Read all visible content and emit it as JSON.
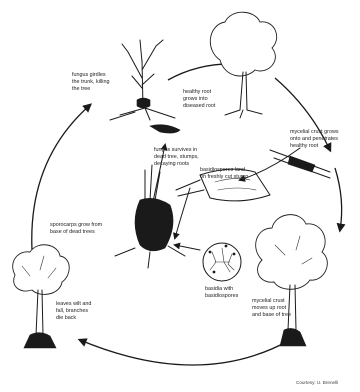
{
  "stages": {
    "girdle": [
      "fungus girdles",
      "the trunk, killing",
      "the tree"
    ],
    "healthy_root": [
      "healthy root",
      "grows into",
      "diseased root"
    ],
    "survives": [
      "fungus survives in",
      "dead tree, stumps,",
      "decaying roots"
    ],
    "crust_grows": [
      "mycelial crust grows",
      "onto and penetrates",
      "healthy root"
    ],
    "basidiospores": [
      "basidiospores land",
      "on freshly cut stump"
    ],
    "sporocarps": [
      "sporocarps grow from",
      "base of dead trees"
    ],
    "basidia": [
      "basidia with",
      "basidiospores"
    ],
    "leaves": [
      "leaves wilt and",
      "fall, branches",
      "die back"
    ],
    "crust_moves": [
      "mycelial crust",
      "moves up root",
      "and base of tree"
    ]
  },
  "credit": "Courtesy: U. Brenelli",
  "colors": {
    "ink": "#1a1a1a",
    "background": "#ffffff"
  }
}
